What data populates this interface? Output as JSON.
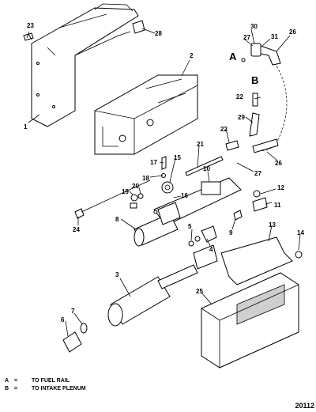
{
  "callouts": [
    {
      "n": "1"
    },
    {
      "n": "2"
    },
    {
      "n": "3"
    },
    {
      "n": "4"
    },
    {
      "n": "5"
    },
    {
      "n": "6"
    },
    {
      "n": "7"
    },
    {
      "n": "8"
    },
    {
      "n": "9"
    },
    {
      "n": "10"
    },
    {
      "n": "11"
    },
    {
      "n": "12"
    },
    {
      "n": "13"
    },
    {
      "n": "14"
    },
    {
      "n": "15"
    },
    {
      "n": "16"
    },
    {
      "n": "17"
    },
    {
      "n": "18"
    },
    {
      "n": "19"
    },
    {
      "n": "20"
    },
    {
      "n": "21"
    },
    {
      "n": "22"
    },
    {
      "n": "22"
    },
    {
      "n": "23"
    },
    {
      "n": "24"
    },
    {
      "n": "25"
    },
    {
      "n": "26"
    },
    {
      "n": "26"
    },
    {
      "n": "27"
    },
    {
      "n": "27"
    },
    {
      "n": "28"
    },
    {
      "n": "29"
    },
    {
      "n": "30"
    },
    {
      "n": "31"
    }
  ],
  "view_letters": {
    "a": "A",
    "b": "B"
  },
  "legend": [
    {
      "key": "A",
      "eq": "=",
      "text": "TO FUEL RAIL"
    },
    {
      "key": "B",
      "eq": "=",
      "text": "TO INTAKE PLENUM"
    }
  ],
  "figure_id": "20112"
}
